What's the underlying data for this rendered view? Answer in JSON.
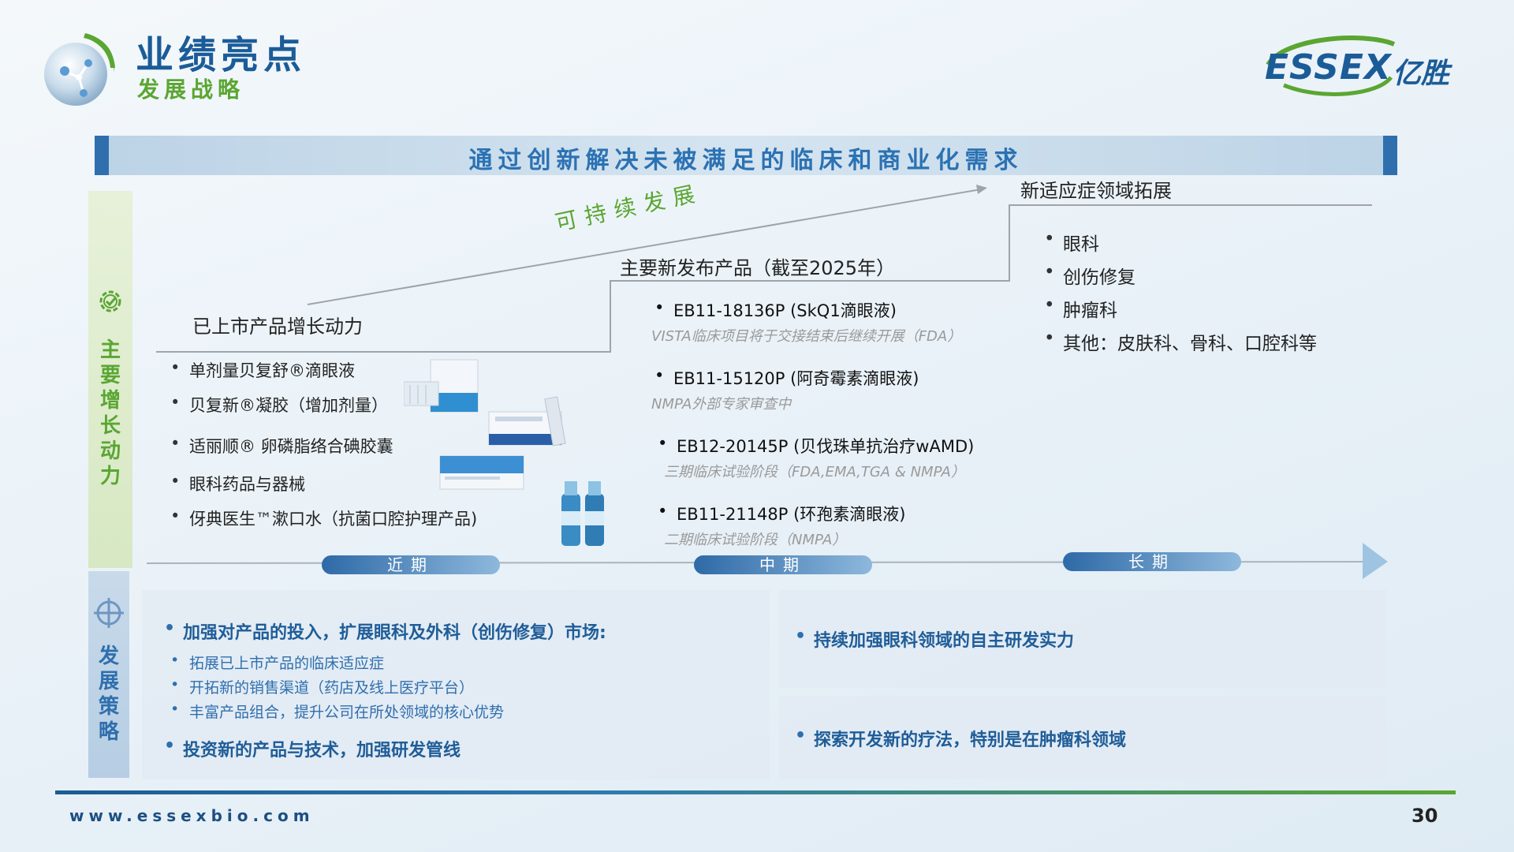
{
  "header": {
    "title": "业绩亮点",
    "subtitle": "发展战略",
    "brand_en": "ESSEX",
    "brand_cn": "亿胜"
  },
  "banner": {
    "text": "通过创新解决未被满足的临床和商业化需求"
  },
  "side_labels": {
    "growth": "主\n要\n增\n长\n动\n力",
    "strategy": "发\n展\n策\n略"
  },
  "sustain_label": "可持续发展",
  "stage1": {
    "title": "已上市产品增长动力",
    "items": [
      "单剂量贝复舒®滴眼液",
      "贝复新®凝胶（增加剂量）",
      "适丽顺® 卵磷脂络合碘胶囊",
      "眼科药品与器械",
      "伢典医生™漱口水（抗菌口腔护理产品)"
    ]
  },
  "stage2": {
    "title": "主要新发布产品（截至2025年）",
    "items": [
      {
        "name": "EB11-18136P (SkQ1滴眼液)",
        "note": "VISTA临床项目将于交接结束后继续开展（FDA）"
      },
      {
        "name": "EB11-15120P (阿奇霉素滴眼液)",
        "note": "NMPA外部专家审查中"
      },
      {
        "name": "EB12-20145P (贝伐珠单抗治疗wAMD)",
        "note": "三期临床试验阶段（FDA,EMA,TGA & NMPA）"
      },
      {
        "name": "EB11-21148P (环孢素滴眼液)",
        "note": "二期临床试验阶段（NMPA）"
      }
    ]
  },
  "stage3": {
    "title": "新适应症领域拓展",
    "items": [
      "眼科",
      "创伤修复",
      "肿瘤科",
      "其他：皮肤科、骨科、口腔科等"
    ]
  },
  "timeline": {
    "near": "近期",
    "mid": "中期",
    "long": "长期"
  },
  "strategy_left": {
    "item1": "加强对产品的投入，扩展眼科及外科（创伤修复）市场:",
    "subitems": [
      "拓展已上市产品的临床适应症",
      "开拓新的销售渠道（药店及线上医疗平台）",
      "丰富产品组合，提升公司在所处领域的核心优势"
    ],
    "item2": "投资新的产品与技术，加强研发管线"
  },
  "strategy_right": {
    "item1": "持续加强眼科领域的自主研发实力",
    "item2": "探索开发新的疗法，特别是在肿瘤科领域"
  },
  "footer": {
    "url": "www.essexbio.com",
    "page": "30"
  },
  "colors": {
    "primary_blue": "#1b5c98",
    "accent_green": "#5aa632",
    "banner_blue": "#2b72b3"
  }
}
